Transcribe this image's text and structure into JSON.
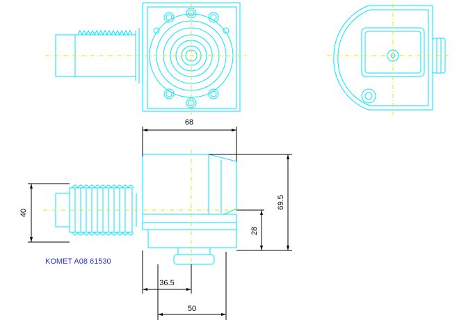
{
  "dimensions": {
    "width_top": "68",
    "height_right": "69.5",
    "diameter_left": "40",
    "offset_right": "28",
    "bottom_inner": "36.5",
    "bottom_outer": "50"
  },
  "caption": "KOMET A08 61530",
  "colors": {
    "outline": "#00e6ff",
    "centerline": "#e6e600",
    "dimension": "#000000",
    "caption": "#2a32d6"
  }
}
